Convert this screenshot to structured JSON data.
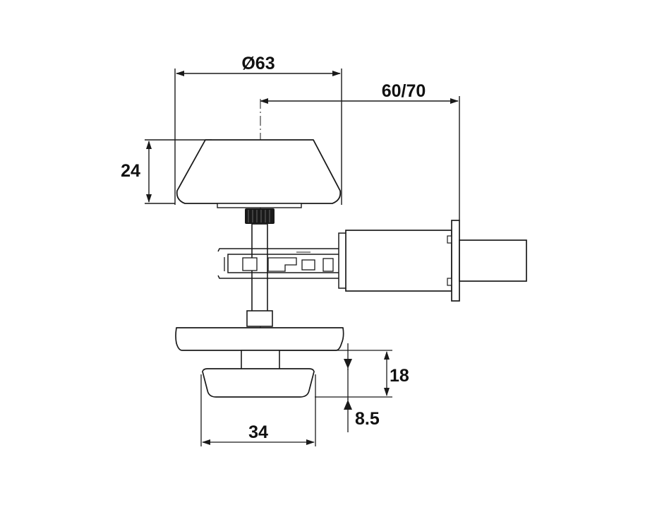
{
  "dimensions": {
    "diameter": "Ø63",
    "backset": "60/70",
    "rose_height": "24",
    "turn_height": "18",
    "turn_offset": "8.5",
    "turn_width": "34"
  },
  "colors": {
    "line": "#1a1a1a",
    "fill": "#ffffff",
    "background": "#ffffff"
  }
}
